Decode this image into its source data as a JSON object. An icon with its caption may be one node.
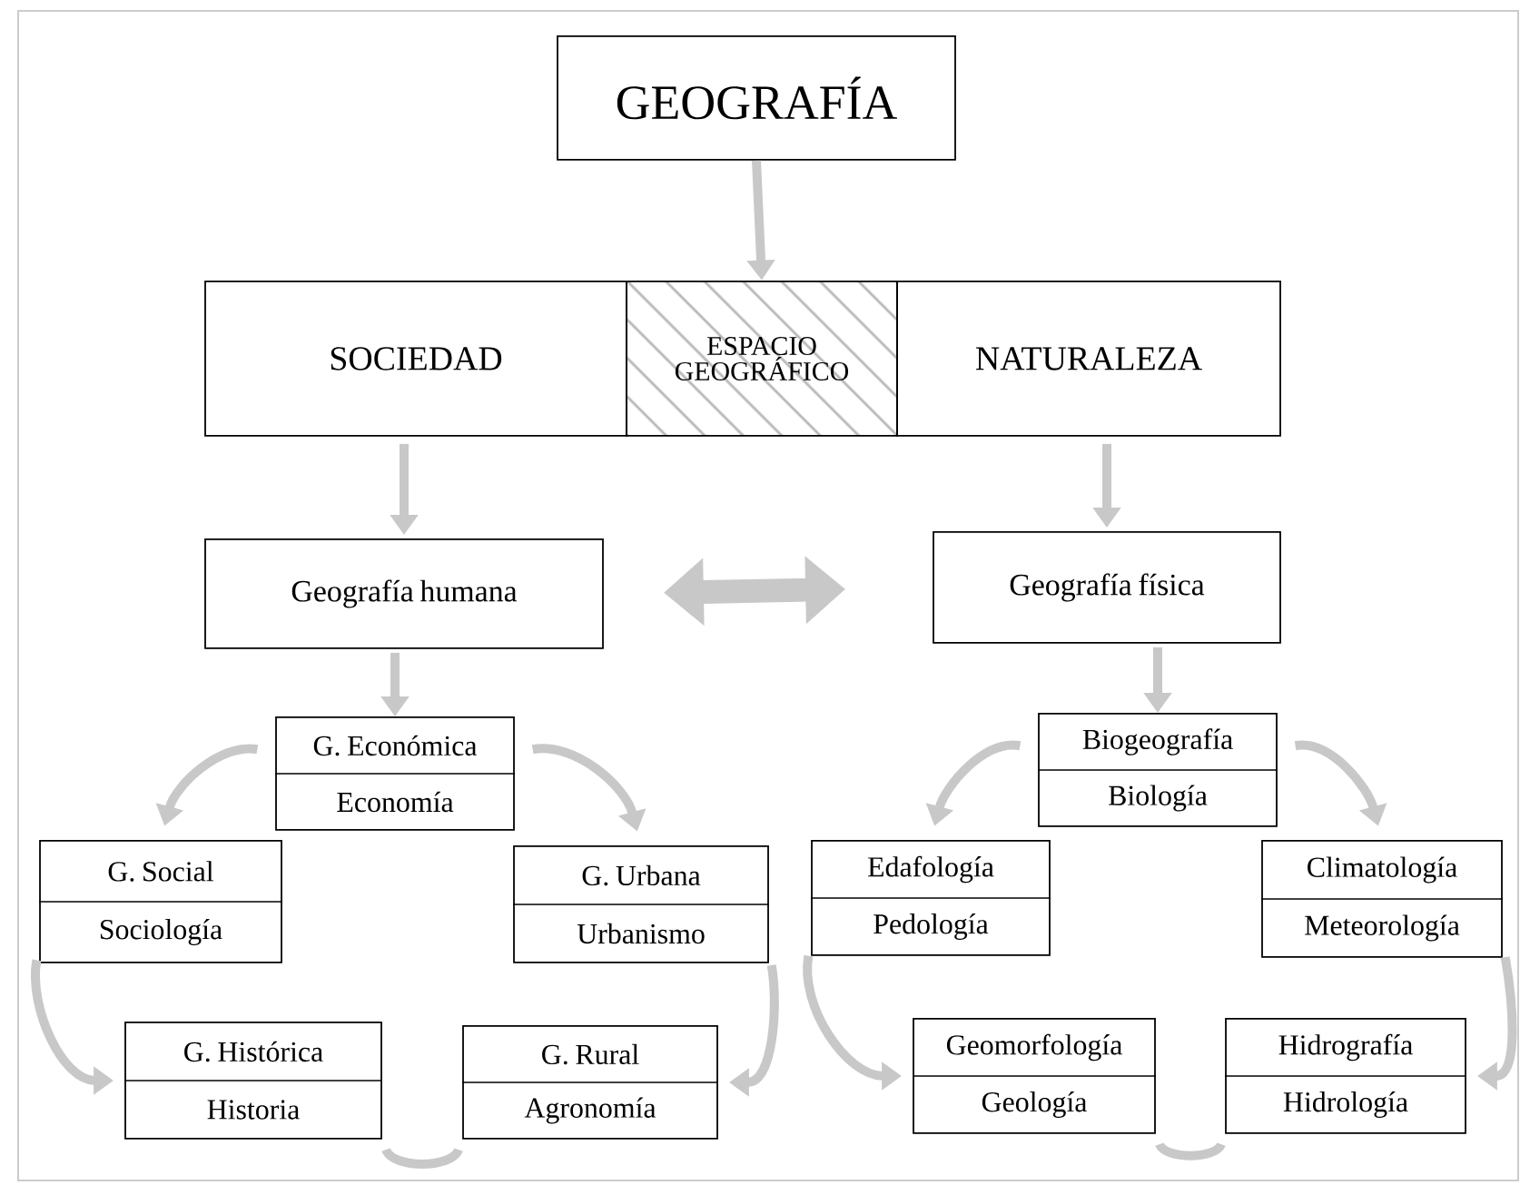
{
  "diagram": {
    "nodes": [
      {
        "text": [
          "GEOGRAFÍA"
        ]
      },
      {
        "text": [
          "SOCIEDAD"
        ]
      },
      {
        "text": [
          "ESPACIO GEOGRÁFICO"
        ]
      },
      {
        "text": [
          "NATURALEZA"
        ]
      },
      {
        "text": [
          "Geografía humana"
        ]
      },
      {
        "text": [
          "Geografía física"
        ]
      },
      {
        "text": [
          "G. Económica",
          "Economía"
        ]
      },
      {
        "text": [
          "G. Social",
          "Sociología"
        ]
      },
      {
        "text": [
          "G. Urbana",
          "Urbanismo"
        ]
      },
      {
        "text": [
          "G. Histórica",
          "Historia"
        ]
      },
      {
        "text": [
          "G. Rural",
          "Agronomía"
        ]
      },
      {
        "text": [
          "Biogeografía",
          "Biología"
        ]
      },
      {
        "text": [
          "Edafología",
          "Pedología"
        ]
      },
      {
        "text": [
          "Climatología",
          "Meteorología"
        ]
      },
      {
        "text": [
          "Geomorfología",
          "Geología"
        ]
      },
      {
        "text": [
          "Hidrografía",
          "Hidrología"
        ]
      }
    ],
    "edges": [
      {
        "from": 0,
        "to": 2,
        "arrow": "to"
      },
      {
        "from": 1,
        "to": 4,
        "arrow": "to"
      },
      {
        "from": 3,
        "to": 5,
        "arrow": "to"
      },
      {
        "from": 4,
        "to": 5,
        "arrow": "both",
        "style": "thick"
      },
      {
        "from": 4,
        "to": 6,
        "arrow": "to"
      },
      {
        "from": 5,
        "to": 11,
        "arrow": "to"
      },
      {
        "from": 6,
        "to": 7,
        "arrow": "to"
      },
      {
        "from": 6,
        "to": 8,
        "arrow": "to"
      },
      {
        "from": 7,
        "to": 9,
        "arrow": "to"
      },
      {
        "from": 8,
        "to": 10,
        "arrow": "to"
      },
      {
        "from": 9,
        "to": 10,
        "arrow": "none"
      },
      {
        "from": 11,
        "to": 12,
        "arrow": "to"
      },
      {
        "from": 11,
        "to": 13,
        "arrow": "to"
      },
      {
        "from": 12,
        "to": 14,
        "arrow": "to"
      },
      {
        "from": 13,
        "to": 15,
        "arrow": "to"
      },
      {
        "from": 14,
        "to": 15,
        "arrow": "none"
      }
    ]
  }
}
